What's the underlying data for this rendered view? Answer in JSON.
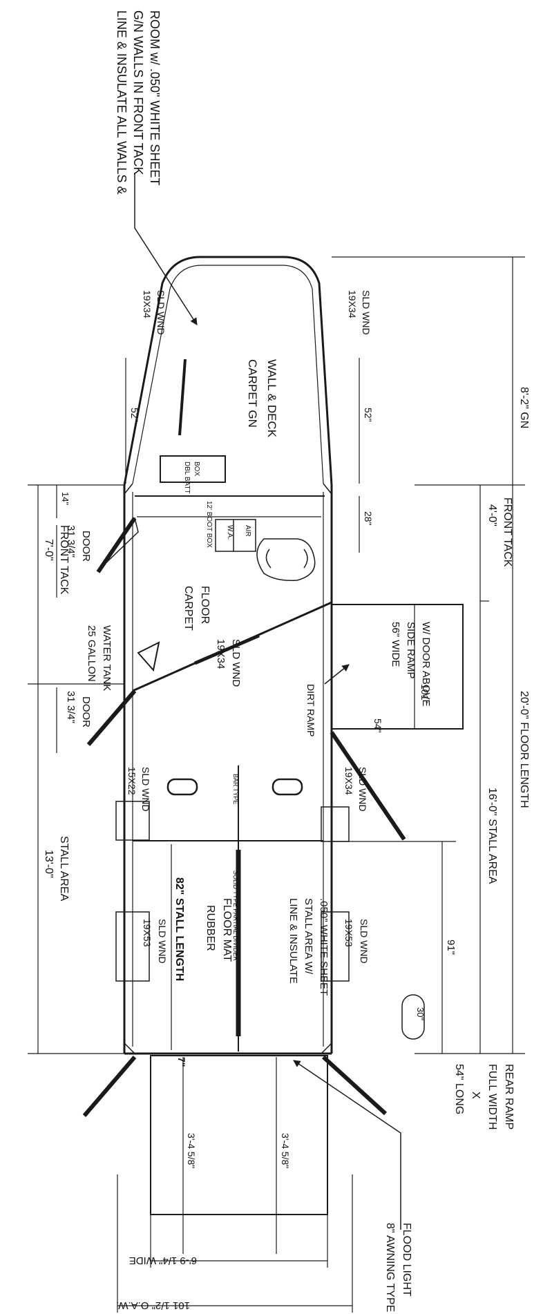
{
  "notes": {
    "front_line1": "LINE & INSULATE ALL WALLS &",
    "front_line2": "G/N WALLS IN FRONT TACK",
    "front_line3": "ROOM w/ .050\" WHITE SHEET",
    "stall_line1": "LINE & INSULATE",
    "stall_line2": "STALL AREA W/",
    "stall_line3": ".050\" WHITE SHEET"
  },
  "labels": {
    "carpet_gn_1": "CARPET GN",
    "carpet_gn_2": "WALL & DECK",
    "carpet_floor_1": "CARPET",
    "carpet_floor_2": "FLOOR",
    "dbl_batt_box_1": "DBL BATT",
    "dbl_batt_box_2": "BOX",
    "boot_box": "12' BOOT BOX",
    "ac_1": "W.A.",
    "ac_2": "AIR",
    "water_tank_1": "25 GALLON",
    "water_tank_2": "WATER TANK",
    "door": "DOOR",
    "door_dim": "31 3/4\"",
    "window_19x34": "19X34",
    "window_19x53": "19X53",
    "window_15x22": "15X22",
    "sld_wnd": "SLD WND",
    "dirt_ramp": "DIRT RAMP",
    "side_ramp_1": "56\" WIDE",
    "side_ramp_2": "SIDE RAMP",
    "side_ramp_3": "W/ DOOR ABOVE",
    "bar_type": "BAR TYPE",
    "stall_length": "82\" STALL LENGTH",
    "rubber_mat_1": "RUBBER",
    "rubber_mat_2": "FLOOR MAT",
    "partial_divider": "SOLID TYPE PARTIAL DIVIDER",
    "rear_ramp_1": "54\" LONG",
    "rear_ramp_2": "X",
    "rear_ramp_3": "FULL WIDTH",
    "rear_ramp_4": "REAR RAMP",
    "flood_1": "8\" AWNING TYPE",
    "flood_2": "FLOOD LIGHT"
  },
  "dimensions": {
    "gn": "8'-2\" GN",
    "front_tack": "4'-0\"",
    "front_tack_label": "FRONT TACK",
    "stall_area_right": "16'-0\" STALL AREA",
    "floor_length": "20'-0\" FLOOR LENGTH",
    "front_tack_left": "7'-0\"",
    "stall_area_left": "13'-0\"",
    "stall_area_label": "STALL AREA",
    "d52": "52\"",
    "d14": "14\"",
    "d28": "28\"",
    "d101": "101\"",
    "d54": "54\"",
    "d91": "91\"",
    "d30": "30\"",
    "d7": "7\"",
    "d3_4_5_8": "3'-4 5/8\"",
    "width_inside": "6'-9 1/4\" WIDE",
    "oaw": "101 1/2\" O.A.W."
  }
}
